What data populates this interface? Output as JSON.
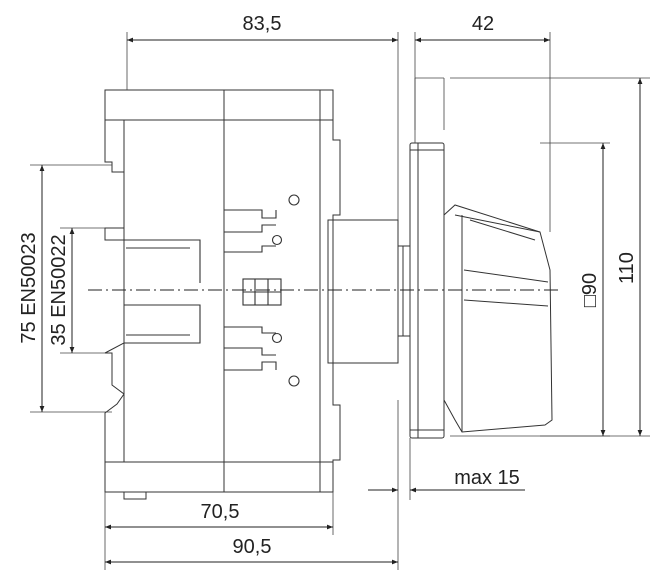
{
  "dimensions": {
    "depth_to_handle": "83,5",
    "handle_depth": "42",
    "handle_square": "□90",
    "panel_height": "110",
    "max_panel": "max 15",
    "depth_70": "70,5",
    "depth_90": "90,5",
    "rail_75": "75 EN50023",
    "rail_35": "35 EN50022"
  },
  "colors": {
    "body": "#a9cce8",
    "edge": "#333333",
    "dimension": "#222222"
  }
}
